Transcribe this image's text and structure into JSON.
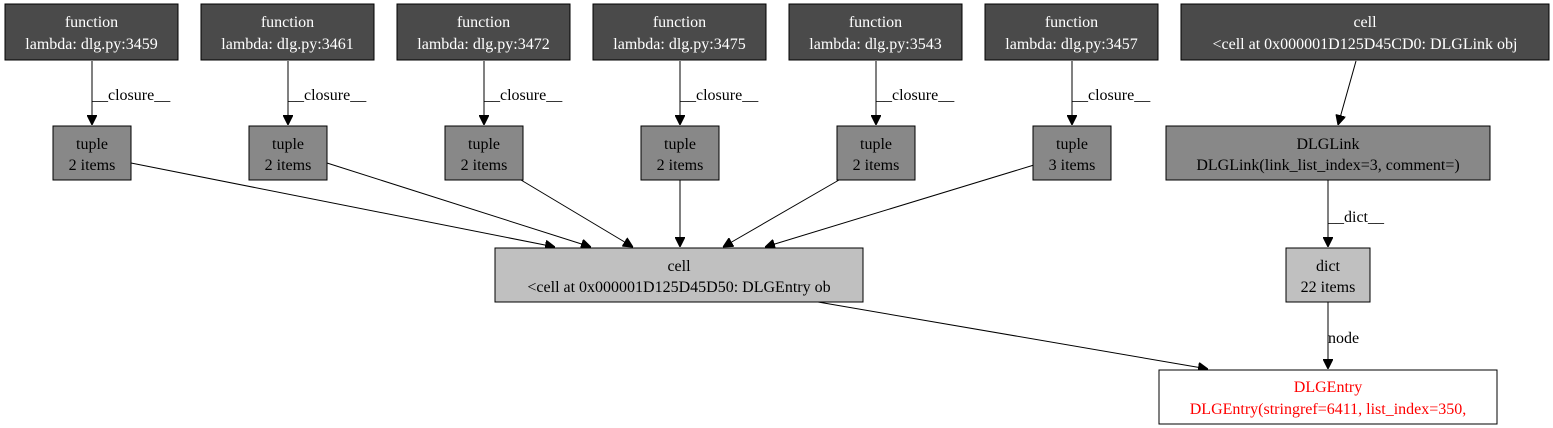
{
  "colors": {
    "function_fill": "#4a4a4a",
    "function_text": "#ffffff",
    "tuple_fill": "#888888",
    "cell_fill": "#c0c0c0",
    "dict_fill": "#c0c0c0",
    "dlglink_fill": "#888888",
    "target_fill": "#ffffff",
    "dark_text": "#000000",
    "target_text": "#ff0000"
  },
  "nodes": {
    "fn3459": {
      "line1": "function",
      "line2": "lambda: dlg.py:3459"
    },
    "fn3461": {
      "line1": "function",
      "line2": "lambda: dlg.py:3461"
    },
    "fn3472": {
      "line1": "function",
      "line2": "lambda: dlg.py:3472"
    },
    "fn3475": {
      "line1": "function",
      "line2": "lambda: dlg.py:3475"
    },
    "fn3543": {
      "line1": "function",
      "line2": "lambda: dlg.py:3543"
    },
    "fn3457": {
      "line1": "function",
      "line2": "lambda: dlg.py:3457"
    },
    "cell_top": {
      "line1": "cell",
      "line2": "<cell at 0x000001D125D45CD0: DLGLink obj"
    },
    "tuple1": {
      "line1": "tuple",
      "line2": "2 items"
    },
    "tuple2": {
      "line1": "tuple",
      "line2": "2 items"
    },
    "tuple3": {
      "line1": "tuple",
      "line2": "2 items"
    },
    "tuple4": {
      "line1": "tuple",
      "line2": "2 items"
    },
    "tuple5": {
      "line1": "tuple",
      "line2": "2 items"
    },
    "tuple6": {
      "line1": "tuple",
      "line2": "3 items"
    },
    "dlglink": {
      "line1": "DLGLink",
      "line2": "DLGLink(link_list_index=3, comment=)"
    },
    "cell_mid": {
      "line1": "cell",
      "line2": "<cell at 0x000001D125D45D50: DLGEntry ob"
    },
    "dict": {
      "line1": "dict",
      "line2": "22 items"
    },
    "dlgentry": {
      "line1": "DLGEntry",
      "line2": "DLGEntry(stringref=6411, list_index=350,"
    }
  },
  "edges": {
    "closure_label": "__closure__",
    "dict_label": "__dict__",
    "node_label": "node"
  }
}
